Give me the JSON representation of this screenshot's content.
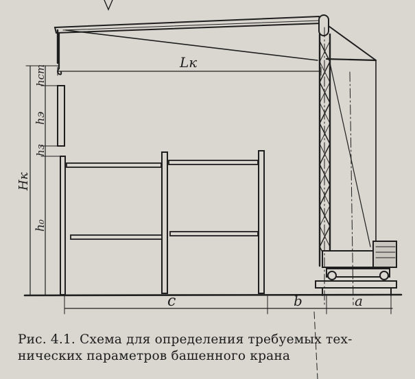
{
  "diagram": {
    "labels": {
      "Lk": "Lк",
      "hst": "hст",
      "he": "hэ",
      "hz": "hз",
      "Hk": "Hк",
      "h0": "h₀",
      "c": "c",
      "b": "b",
      "a": "a"
    }
  },
  "caption": {
    "line1": "Рис. 4.1. Схема для определения требуемых тех-",
    "line2": "нических параметров башенного крана"
  },
  "colors": {
    "ink": "#1e1e1e",
    "paper": "#d9d7d0"
  }
}
